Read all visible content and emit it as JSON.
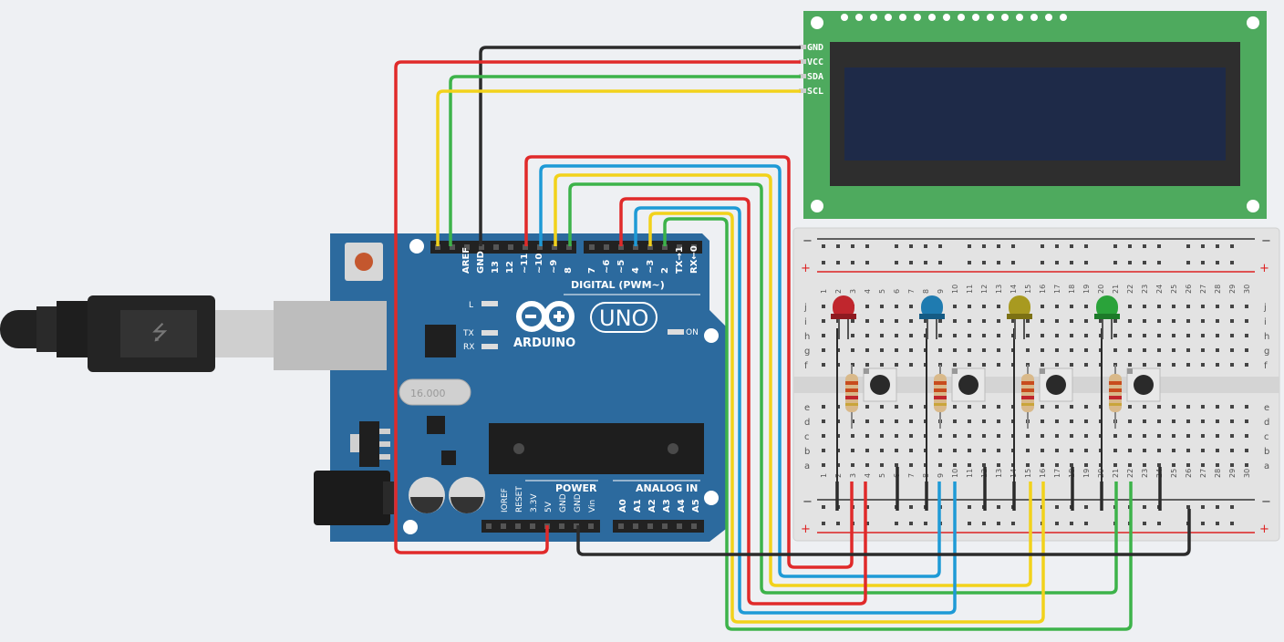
{
  "lcd": {
    "pins": [
      "GND",
      "VCC",
      "SDA",
      "SCL"
    ]
  },
  "arduino": {
    "brand": "ARDUINO",
    "model": "UNO",
    "crystal_label": "16.000",
    "led_labels": {
      "l": "L",
      "tx": "TX",
      "rx": "RX",
      "on": "ON"
    },
    "digital_title": "DIGITAL (PWM~)",
    "digital_pins": [
      "AREF",
      "GND",
      "13",
      "12",
      "~11",
      "~10",
      "~9",
      "8",
      "7",
      "~6",
      "~5",
      "4",
      "~3",
      "2",
      "TX→1",
      "RX←0"
    ],
    "power_title": "POWER",
    "power_pins": [
      "IOREF",
      "RESET",
      "3.3V",
      "5V",
      "GND",
      "GND",
      "Vin"
    ],
    "analog_title": "ANALOG IN",
    "analog_pins": [
      "A0",
      "A1",
      "A2",
      "A3",
      "A4",
      "A5"
    ]
  },
  "breadboard": {
    "rail_minus": "−",
    "rail_plus": "+",
    "column_numbers": [
      "1",
      "2",
      "3",
      "4",
      "5",
      "6",
      "7",
      "8",
      "9",
      "10",
      "11",
      "12",
      "13",
      "14",
      "15",
      "16",
      "17",
      "18",
      "19",
      "20",
      "21",
      "22",
      "23",
      "24",
      "25",
      "26",
      "27",
      "28",
      "29",
      "30"
    ],
    "row_letters_top": [
      "j",
      "i",
      "h",
      "g",
      "f"
    ],
    "row_letters_bottom": [
      "e",
      "d",
      "c",
      "b",
      "a"
    ]
  },
  "components": {
    "leds": [
      {
        "name": "red-led",
        "color": "#c0262d",
        "dark": "#8e1a20"
      },
      {
        "name": "blue-led",
        "color": "#1f7bb0",
        "dark": "#155b84"
      },
      {
        "name": "yellow-led",
        "color": "#a89a20",
        "dark": "#7c7114"
      },
      {
        "name": "green-led",
        "color": "#2aa33a",
        "dark": "#1c7a29"
      }
    ]
  },
  "colors": {
    "board_blue": "#2c6a9e",
    "lcd_green": "#4eaa5e",
    "lcd_screen": "#1e2a48",
    "wire_red": "#e02a2a",
    "wire_black": "#2b2b2b",
    "wire_green": "#3db34a",
    "wire_yellow": "#f2d21b",
    "wire_blue": "#1e9ad6"
  }
}
